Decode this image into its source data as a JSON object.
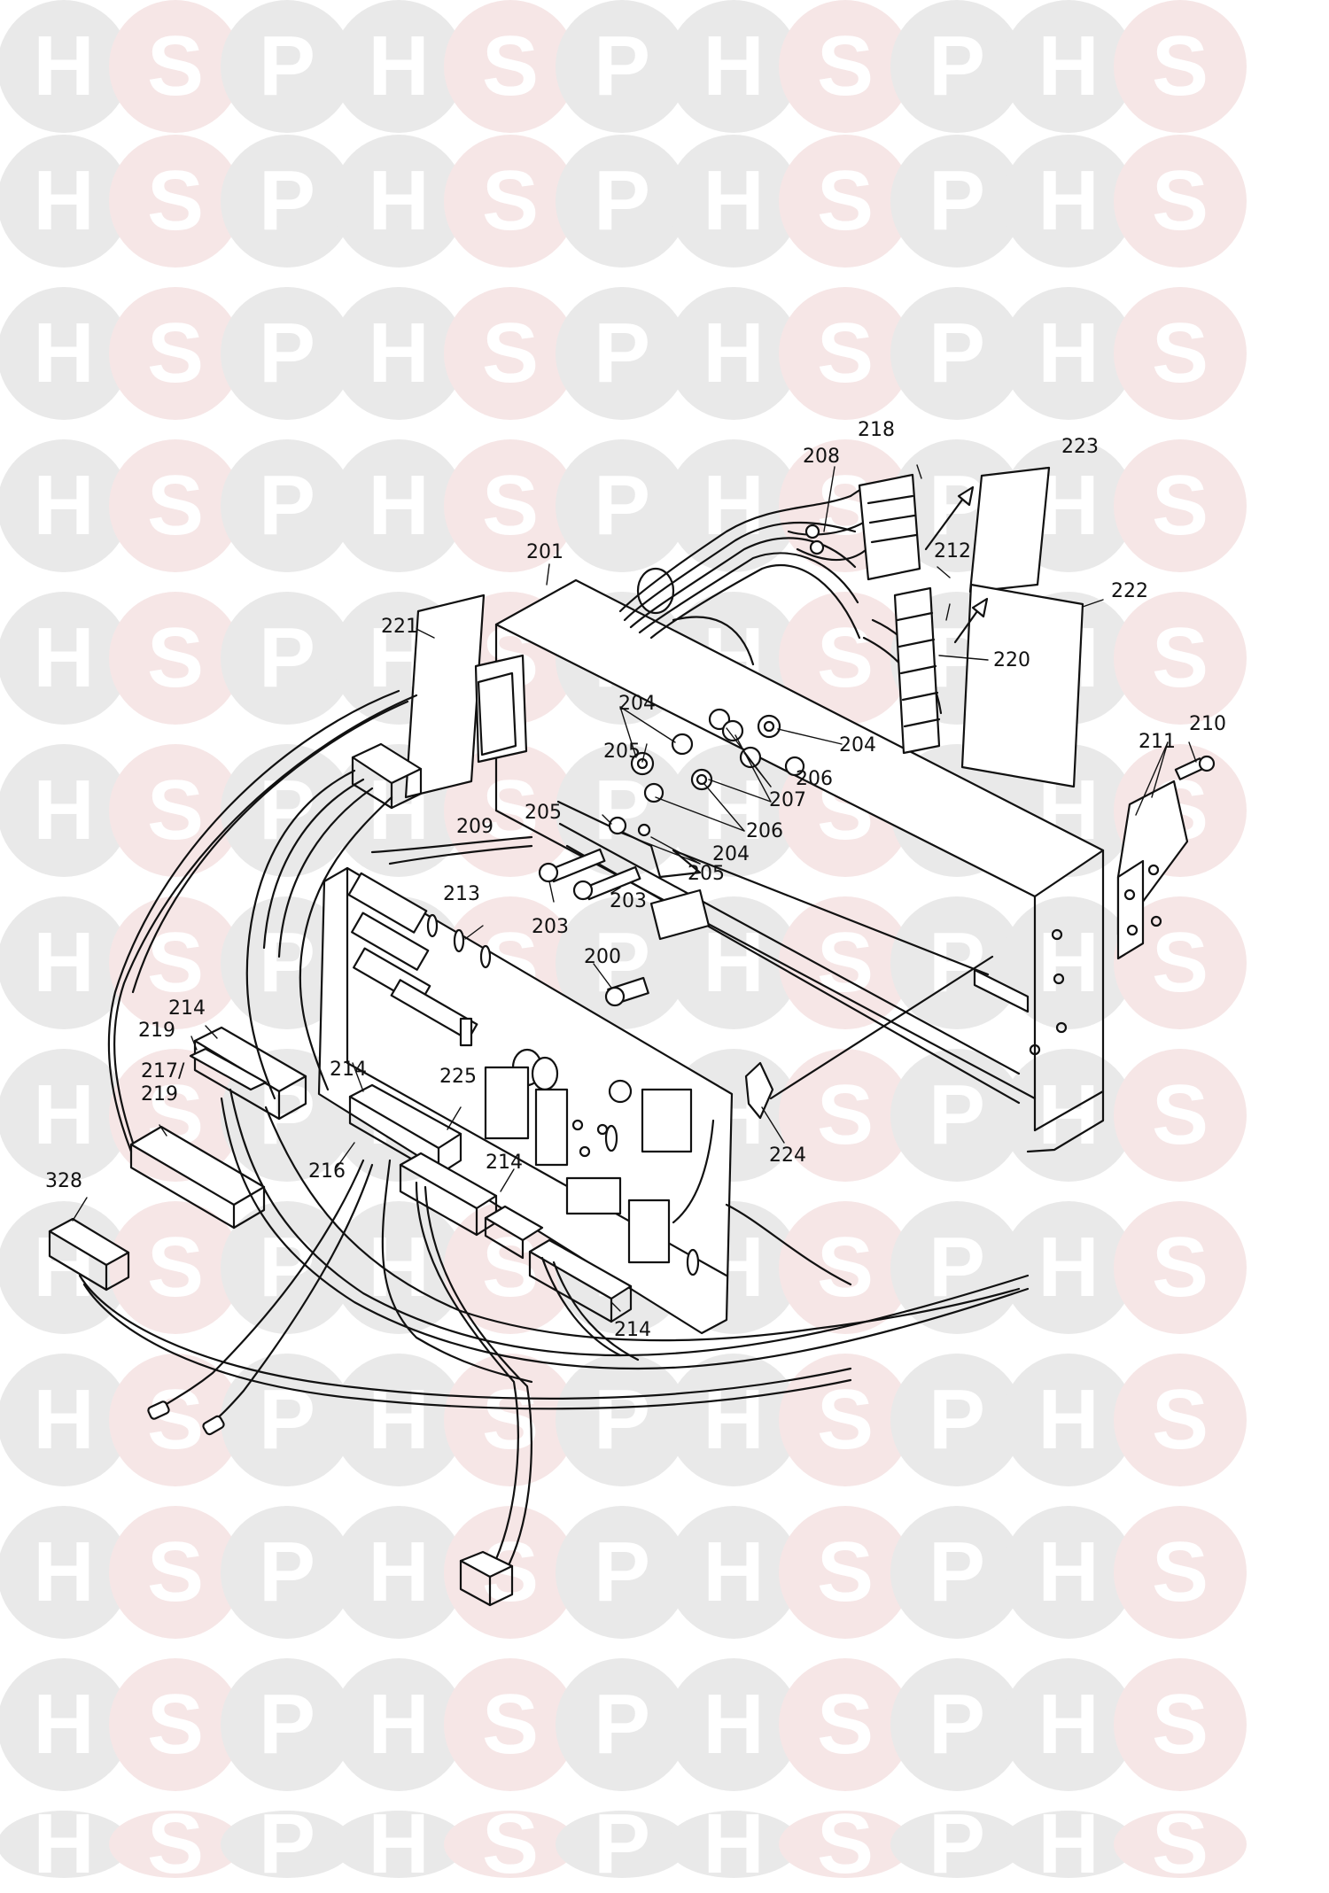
{
  "watermark": {
    "letters": [
      "H",
      "S",
      "P"
    ],
    "colors": {
      "h": "#e9e9e9",
      "s": "#f6e6e6",
      "p": "#e9e9e9"
    }
  },
  "callouts": [
    {
      "id": "c200",
      "text": "200"
    },
    {
      "id": "c201",
      "text": "201"
    },
    {
      "id": "c203a",
      "text": "203"
    },
    {
      "id": "c203b",
      "text": "203"
    },
    {
      "id": "c204a",
      "text": "204"
    },
    {
      "id": "c204b",
      "text": "204"
    },
    {
      "id": "c204c",
      "text": "204"
    },
    {
      "id": "c205a",
      "text": "205"
    },
    {
      "id": "c205b",
      "text": "205"
    },
    {
      "id": "c205c",
      "text": "205"
    },
    {
      "id": "c206a",
      "text": "206"
    },
    {
      "id": "c206b",
      "text": "206"
    },
    {
      "id": "c207",
      "text": "207"
    },
    {
      "id": "c208",
      "text": "208"
    },
    {
      "id": "c209",
      "text": "209"
    },
    {
      "id": "c210",
      "text": "210"
    },
    {
      "id": "c211",
      "text": "211"
    },
    {
      "id": "c212",
      "text": "212"
    },
    {
      "id": "c213",
      "text": "213"
    },
    {
      "id": "c214a",
      "text": "214"
    },
    {
      "id": "c214b",
      "text": "214"
    },
    {
      "id": "c214c",
      "text": "214"
    },
    {
      "id": "c214d",
      "text": "214"
    },
    {
      "id": "c216",
      "text": "216"
    },
    {
      "id": "c217",
      "text": "217/"
    },
    {
      "id": "c218",
      "text": "218"
    },
    {
      "id": "c219a",
      "text": "219"
    },
    {
      "id": "c219b",
      "text": "219"
    },
    {
      "id": "c220",
      "text": "220"
    },
    {
      "id": "c221",
      "text": "221"
    },
    {
      "id": "c222",
      "text": "222"
    },
    {
      "id": "c223",
      "text": "223"
    },
    {
      "id": "c224",
      "text": "224"
    },
    {
      "id": "c225",
      "text": "225"
    },
    {
      "id": "c328",
      "text": "328"
    }
  ]
}
